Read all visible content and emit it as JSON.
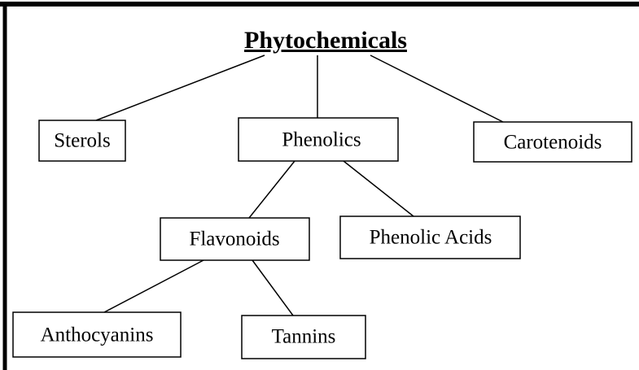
{
  "title": "Phytochemicals",
  "nodes": {
    "sterols": "Sterols",
    "phenolics": "Phenolics",
    "carotenoids": "Carotenoids",
    "flavonoids": "Flavonoids",
    "phenolic_acids": "Phenolic Acids",
    "anthocyanins": "Anthocyanins",
    "tannins": "Tannins"
  },
  "edges": [
    [
      "title",
      "sterols"
    ],
    [
      "title",
      "phenolics"
    ],
    [
      "title",
      "carotenoids"
    ],
    [
      "phenolics",
      "flavonoids"
    ],
    [
      "phenolics",
      "phenolic_acids"
    ],
    [
      "flavonoids",
      "anthocyanins"
    ],
    [
      "flavonoids",
      "tannins"
    ]
  ]
}
